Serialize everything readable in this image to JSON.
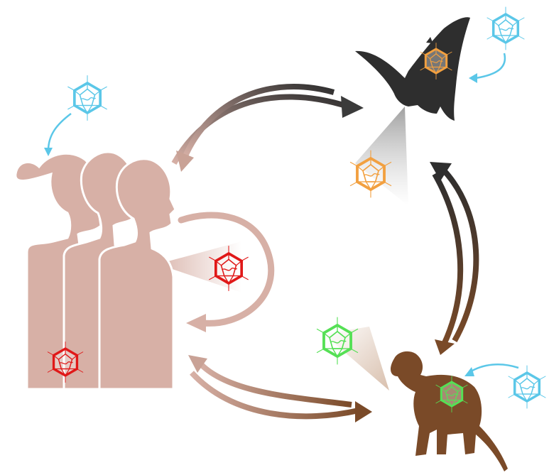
{
  "colors": {
    "human": "#d7b0a6",
    "human_outline": "#ffffff",
    "bat": "#2e2e2e",
    "monkey": "#7a4a28",
    "virus_blue": "#5bc7e8",
    "virus_red": "#e01818",
    "virus_orange": "#f2a040",
    "virus_green": "#55e055",
    "arrow_dark": "#3b3b3b",
    "arrow_brown": "#8a5a3c",
    "arrow_human": "#c9a296"
  },
  "hosts": [
    "human",
    "bat",
    "monkey"
  ],
  "viruses": [
    {
      "host": "environment-human",
      "color": "blue"
    },
    {
      "host": "environment-bat",
      "color": "blue"
    },
    {
      "host": "environment-monkey",
      "color": "blue"
    },
    {
      "host": "human",
      "color": "red"
    },
    {
      "host": "bat",
      "color": "orange"
    },
    {
      "host": "monkey",
      "color": "green"
    }
  ]
}
